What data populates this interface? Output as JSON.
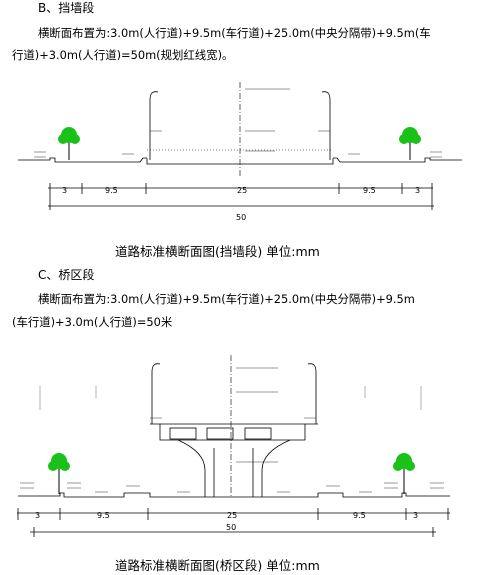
{
  "section_b": {
    "heading": "B、挡墙段",
    "description_line1": "横断面布置为:3.0m(人行道)+9.5m(车行道)+25.0m(中央分隔带)+9.5m(车",
    "description_line2": "行道)+3.0m(人行道)=50m(规划红线宽)。",
    "dims": [
      "3",
      "9.5",
      "25",
      "9.5",
      "3"
    ],
    "total": "50",
    "caption": "道路标准横断面图(挡墙段)   单位:mm"
  },
  "section_c": {
    "heading": "C、桥区段",
    "description_line1": "横断面布置为:3.0m(人行道)+9.5m(车行道)+25.0m(中央分隔带)+9.5m",
    "description_line2": "(车行道)+3.0m(人行道)=50米",
    "dims": [
      "3",
      "9.5",
      "25",
      "9.5",
      "3"
    ],
    "total": "50",
    "caption": "道路标准横断面图(桥区段)   单位:mm"
  },
  "colors": {
    "tree_green": "#19c119",
    "line": "#000000"
  },
  "icons": [
    "tree-icon",
    "street-lamp-icon"
  ]
}
